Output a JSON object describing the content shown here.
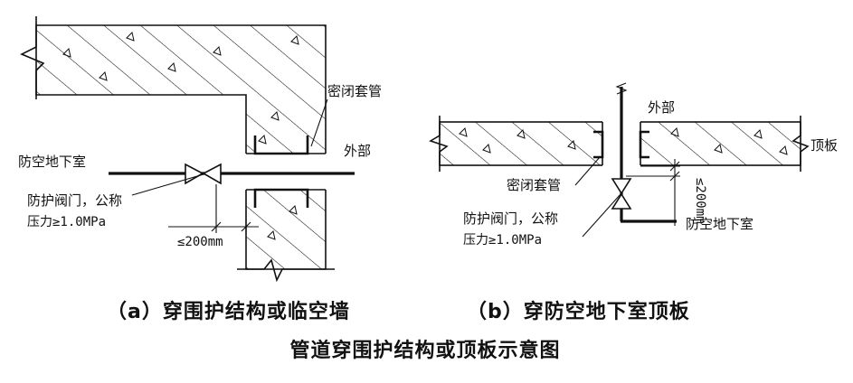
{
  "panel_a": {
    "label_basement": "防空地下室",
    "label_sleeve": "密闭套管",
    "label_outside": "外部",
    "label_valve_line1": "防护阀门，公称",
    "label_valve_line2": "压力≥1.0MPa",
    "dimension": "≤200mm",
    "caption": "（a）穿围护结构或临空墙"
  },
  "panel_b": {
    "label_outside": "外部",
    "label_roof": "顶板",
    "label_sleeve": "密闭套管",
    "label_valve_line1": "防护阀门，公称",
    "label_valve_line2": "压力≥1.0MPa",
    "dimension": "≤200mm",
    "label_basement": "防空地下室",
    "caption": "（b）穿防空地下室顶板"
  },
  "figure_title": "管道穿围护结构或顶板示意图"
}
